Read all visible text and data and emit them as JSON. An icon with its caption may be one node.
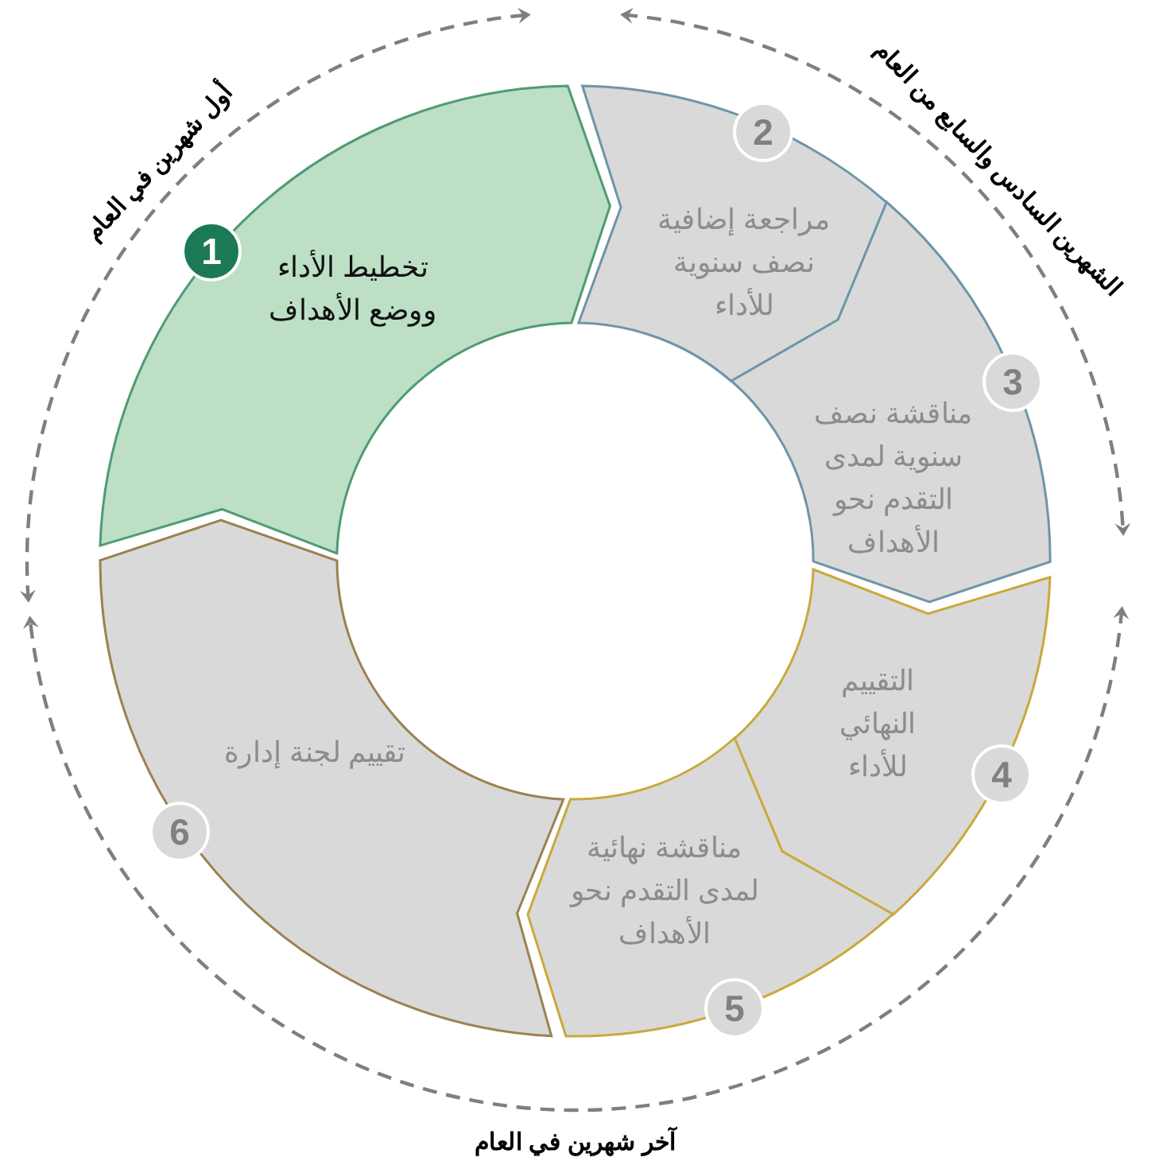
{
  "diagram": {
    "nodes": [
      {
        "text": [
          "تخطيط الأداء ووضع الأهداف",
          "1"
        ]
      },
      {
        "text": [
          "2",
          "مراجعة إضافية نصف سنوية للأداء"
        ]
      },
      {
        "text": [
          "مناقشة نصف سنوية لمدى التقدم نحو الأهداف",
          "3"
        ]
      },
      {
        "text": [
          "التقييم النهائي للأداء",
          "4"
        ]
      },
      {
        "text": [
          "مناقشة نهائية لمدى التقدم نحو الأهداف",
          "5"
        ]
      },
      {
        "text": [
          "تقييم لجنة إدارة",
          "6"
        ]
      }
    ],
    "labels": [
      "أول شهرين في العام",
      "الشهرين السادس والسابع من العام",
      "آخر شهرين في العام"
    ]
  }
}
